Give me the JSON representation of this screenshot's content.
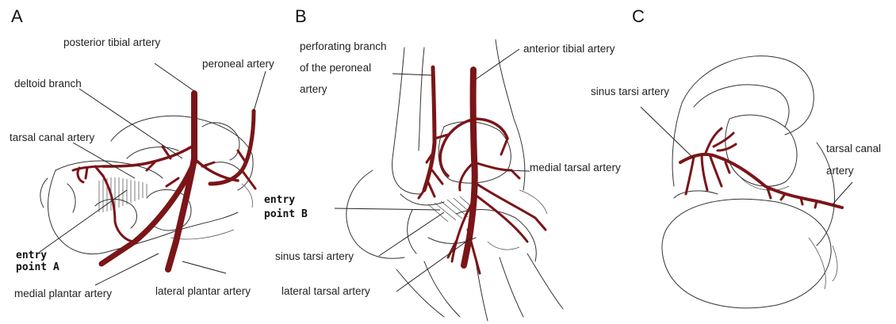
{
  "panels": [
    {
      "letter": "A",
      "labels": {
        "posterior_tibial": "posterior tibial artery",
        "peroneal": "peroneal artery",
        "deltoid": "deltoid branch",
        "tarsal_canal": "tarsal canal artery",
        "entry_a_1": "entry",
        "entry_a_2": "point A",
        "medial_plantar": "medial plantar artery",
        "lateral_plantar": "lateral plantar artery"
      }
    },
    {
      "letter": "B",
      "labels": {
        "perforating_1": "perforating branch",
        "perforating_2": "of the peroneal",
        "perforating_3": "artery",
        "anterior_tibial": "anterior tibial artery",
        "medial_tarsal": "medial tarsal artery",
        "entry_b_1": "entry",
        "entry_b_2": "point B",
        "sinus_tarsi": "sinus tarsi artery",
        "lateral_tarsal": "lateral tarsal artery"
      }
    },
    {
      "letter": "C",
      "labels": {
        "sinus_tarsi": "sinus tarsi artery",
        "tarsal_canal_1": "tarsal canal",
        "tarsal_canal_2": "artery"
      }
    }
  ],
  "colors": {
    "artery": "#7a1518",
    "outline": "#333333"
  }
}
